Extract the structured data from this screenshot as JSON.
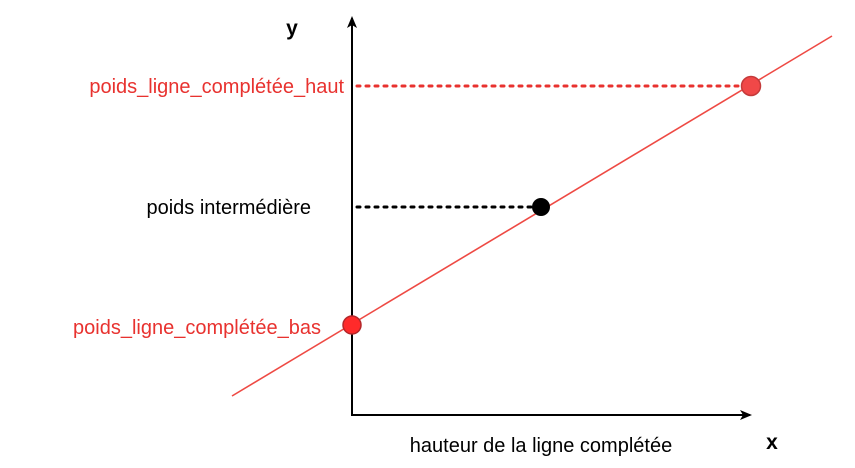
{
  "axes": {
    "y_label": "y",
    "x_label": "x",
    "x_caption": "hauteur de la ligne complétée"
  },
  "labels": {
    "top": "poids_ligne_complétée_haut",
    "middle": "poids intermédière",
    "bottom": "poids_ligne_complétée_bas"
  },
  "colors": {
    "accent": "#e8322f",
    "line": "#ee4a44",
    "axis": "#000000",
    "text": "#000000"
  }
}
